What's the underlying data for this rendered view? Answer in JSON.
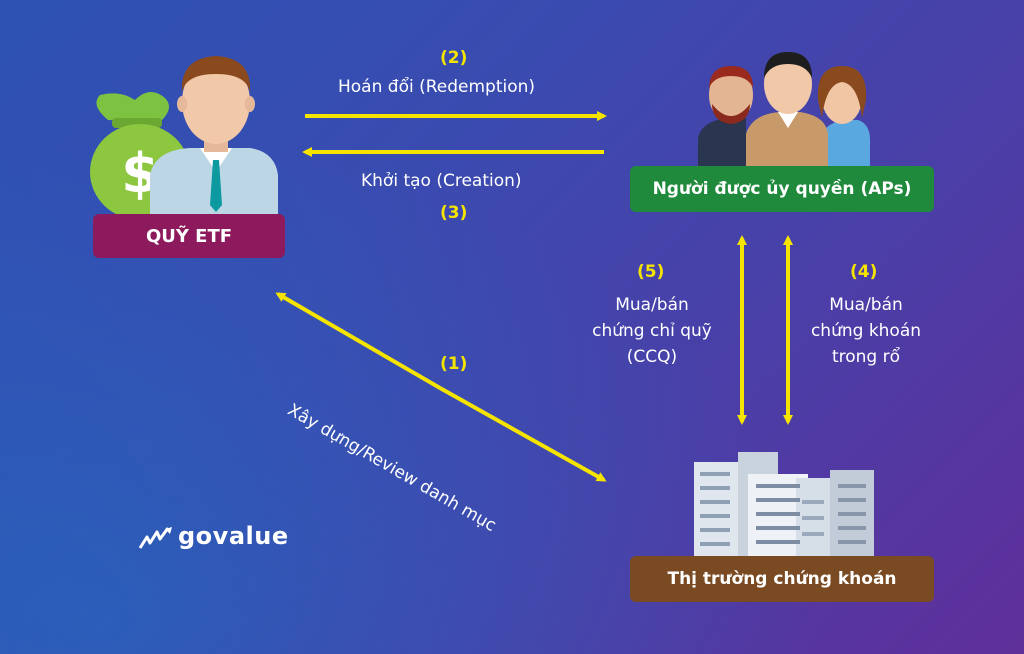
{
  "fund": {
    "label": "QUỸ ETF"
  },
  "aps": {
    "label": "Người được ủy quyền (APs)"
  },
  "market": {
    "label": "Thị trường chứng khoán"
  },
  "redemption": {
    "number": "(2)",
    "label": "Hoán đổi (Redemption)"
  },
  "creation": {
    "number": "(3)",
    "label": "Khởi tạo (Creation)"
  },
  "review": {
    "number": "(1)",
    "label": "Xây dựng/Review danh mục"
  },
  "ccq": {
    "number": "(5)",
    "line1": "Mua/bán",
    "line2": "chứng chỉ quỹ",
    "line3": "(CCQ)"
  },
  "basket": {
    "number": "(4)",
    "line1": "Mua/bán",
    "line2": "chứng khoán",
    "line3": "trong rổ"
  },
  "money_bag": {
    "symbol": "$"
  },
  "logo": {
    "text": "govalue"
  },
  "colors": {
    "arrow": "#f5e400",
    "fund_box": "#8c1a5c",
    "aps_box": "#1f8a3c",
    "market_box": "#7a4a22"
  }
}
